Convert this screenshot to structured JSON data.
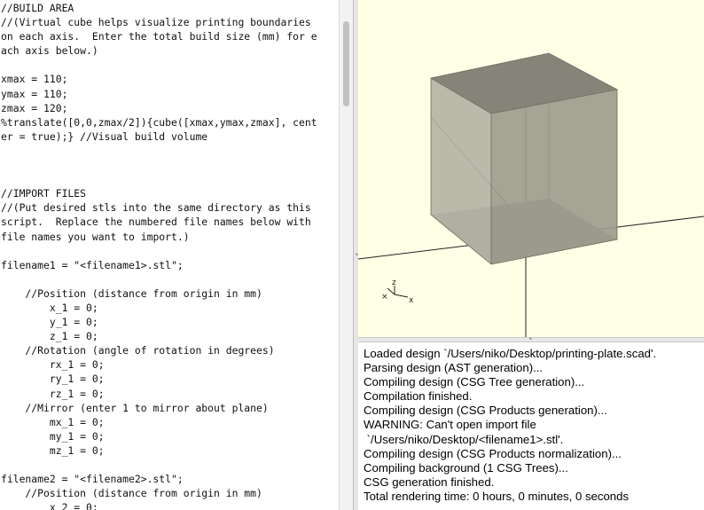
{
  "editor": {
    "lines": [
      "//BUILD AREA",
      "//(Virtual cube helps visualize printing boundaries",
      "on each axis.  Enter the total build size (mm) for e",
      "ach axis below.)",
      "",
      "xmax = 110;",
      "ymax = 110;",
      "zmax = 120;",
      "%translate([0,0,zmax/2]){cube([xmax,ymax,zmax], cent",
      "er = true);} //Visual build volume",
      "",
      "",
      "",
      "//IMPORT FILES",
      "//(Put desired stls into the same directory as this",
      "script.  Replace the numbered file names below with",
      "file names you want to import.)",
      "",
      "filename1 = \"<filename1>.stl\";",
      "",
      "    //Position (distance from origin in mm)",
      "        x_1 = 0;",
      "        y_1 = 0;",
      "        z_1 = 0;",
      "    //Rotation (angle of rotation in degrees)",
      "        rx_1 = 0;",
      "        ry_1 = 0;",
      "        rz_1 = 0;",
      "    //Mirror (enter 1 to mirror about plane)",
      "        mx_1 = 0;",
      "        my_1 = 0;",
      "        mz_1 = 0;",
      "",
      "filename2 = \"<filename2>.stl\";",
      "    //Position (distance from origin in mm)",
      "        x_2 = 0;"
    ]
  },
  "viewport": {
    "background": "#ffffe6",
    "axis_labels": {
      "z": "z",
      "x": "x"
    },
    "colors": {
      "cube_front": "#9d9c8e",
      "cube_top": "#858478",
      "cube_side": "#b4b3a5",
      "cube_bottom": "#7f7e73",
      "axis": "#222222"
    }
  },
  "console": {
    "lines": [
      "Loaded design `/Users/niko/Desktop/printing-plate.scad'.",
      "Parsing design (AST generation)...",
      "Compiling design (CSG Tree generation)...",
      "Compilation finished.",
      "Compiling design (CSG Products generation)...",
      "WARNING: Can't open import file",
      " `/Users/niko/Desktop/<filename1>.stl'.",
      "Compiling design (CSG Products normalization)...",
      "Compiling background (1 CSG Trees)...",
      "CSG generation finished.",
      "Total rendering time: 0 hours, 0 minutes, 0 seconds"
    ]
  }
}
